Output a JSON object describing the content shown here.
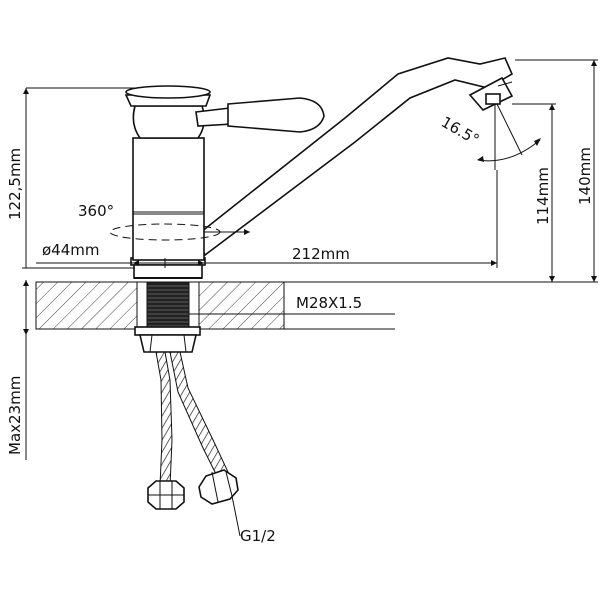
{
  "labels": {
    "height_main": "122,5mm",
    "total_height": "140mm",
    "spout_height": "114mm",
    "rotation": "360°",
    "diameter": "ø44mm",
    "spout_reach": "212mm",
    "thread": "M28X1.5",
    "max_thickness": "Max23mm",
    "angle": "16.5°",
    "hose_thread": "G1/2"
  }
}
